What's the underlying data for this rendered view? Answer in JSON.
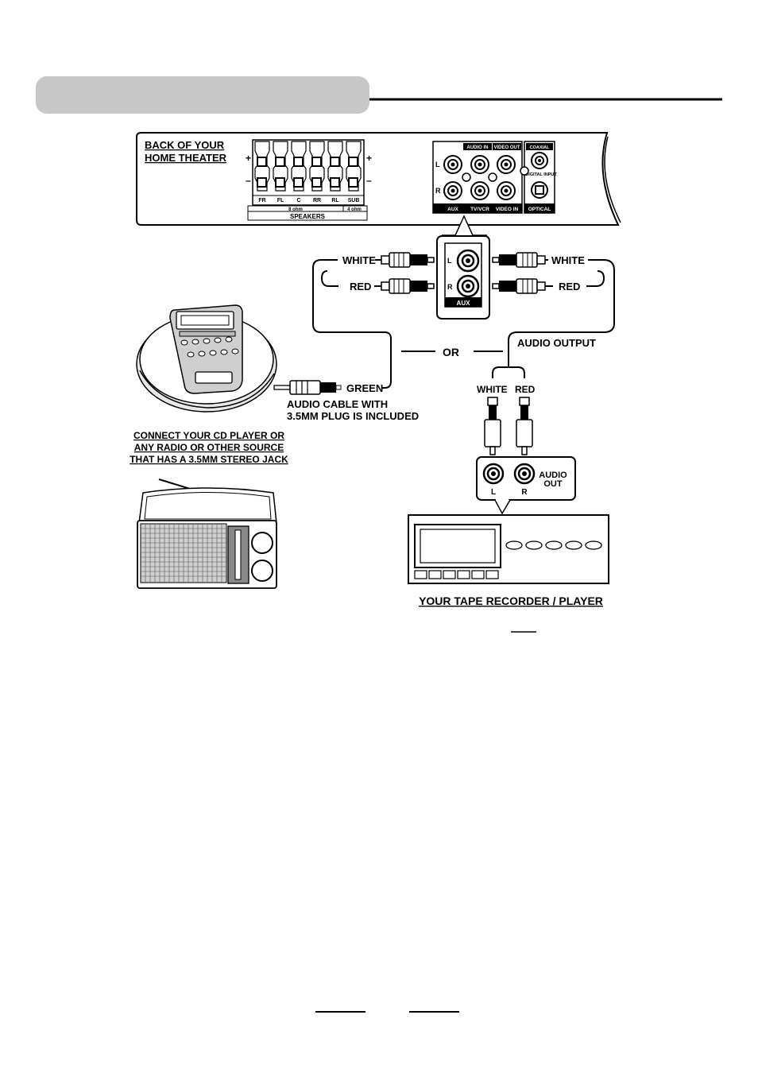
{
  "header": {
    "bar_color": "#c8c8c8",
    "rule_color": "#000000"
  },
  "home_theater": {
    "title_line1": "BACK OF YOUR",
    "title_line2": "HOME THEATER",
    "speaker_channels": [
      "FR",
      "FL",
      "C",
      "RR",
      "RL",
      "SUB"
    ],
    "impedance_main": "8 ohm",
    "impedance_sub": "4 ohm",
    "speakers_label": "SPEAKERS",
    "plus": "+",
    "minus": "–",
    "jack_labels": {
      "audio_in": "AUDIO IN",
      "video_out": "VIDEO OUT",
      "coaxial": "COAXIAL",
      "digital_input": "DIGITAL INPUT",
      "aux": "AUX",
      "tv_vcr": "TV/VCR",
      "video_in": "VIDEO IN",
      "optical": "OPTICAL",
      "left": "L",
      "right": "R"
    }
  },
  "aux_zoom": {
    "left": "L",
    "right": "R",
    "label": "AUX"
  },
  "cables": {
    "white": "WHITE",
    "red": "RED",
    "or": "OR",
    "audio_output": "AUDIO OUTPUT",
    "green": "GREEN",
    "cable_note_line1": "AUDIO CABLE WITH",
    "cable_note_line2": "3.5MM PLUG IS INCLUDED"
  },
  "cd_player": {
    "caption_line1": "CONNECT YOUR CD PLAYER OR",
    "caption_line2": "ANY RADIO OR OTHER SOURCE",
    "caption_line3": "THAT HAS A 3.5MM STEREO JACK"
  },
  "tape_deck": {
    "left": "L",
    "right": "R",
    "audio_out_line1": "AUDIO",
    "audio_out_line2": "OUT",
    "caption": "YOUR TAPE RECORDER / PLAYER"
  }
}
